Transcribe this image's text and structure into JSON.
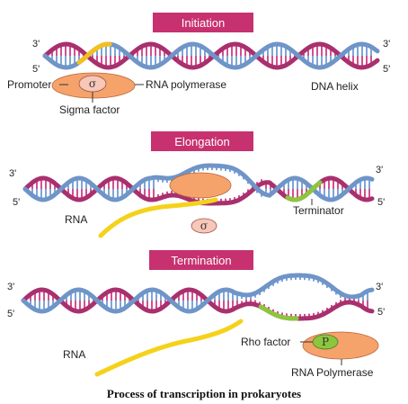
{
  "colors": {
    "stage_banner": "#c7316f",
    "strand_blue": "#6f95c8",
    "strand_magenta": "#a9306e",
    "rung_pink": "#d2508e",
    "rung_blue": "#7ea5d8",
    "promoter_yellow": "#f4c01e",
    "rna_yellow": "#f5d21a",
    "terminator_green": "#8cc63f",
    "polymerase_orange": "#f5a36b",
    "sigma_pink": "#f7c7b8",
    "rho_green": "#8cc63f"
  },
  "panels": {
    "initiation": {
      "title": "Initiation",
      "left_top": "3'",
      "left_bottom": "5'",
      "right_top": "3'",
      "right_bottom": "5'",
      "promoter": "Promoter",
      "sigma_symbol": "σ",
      "rna_polymerase": "RNA polymerase",
      "sigma_factor": "Sigma factor",
      "dna_helix": "DNA helix"
    },
    "elongation": {
      "title": "Elongation",
      "left_top": "3'",
      "left_bottom": "5'",
      "right_top": "3'",
      "right_bottom": "5'",
      "rna": "RNA",
      "sigma_symbol": "σ",
      "terminator": "Terminator"
    },
    "termination": {
      "title": "Termination",
      "left_top": "3'",
      "left_bottom": "5'",
      "right_top": "3'",
      "right_bottom": "5'",
      "rna": "RNA",
      "rho_factor": "Rho factor",
      "rho_symbol": "P",
      "rna_polymerase": "RNA Polymerase"
    }
  },
  "caption": "Process of transcription in prokaryotes"
}
